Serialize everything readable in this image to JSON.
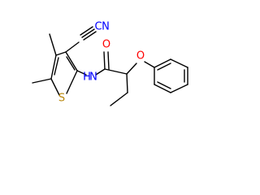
{
  "molecule": {
    "atoms": {
      "nitrile_c": "C",
      "nitrile_n": "N",
      "amide_n": "N",
      "amide_h": "H",
      "carbonyl_o": "O",
      "sulfur": "S",
      "ether_o": "O"
    }
  },
  "colors": {
    "bond": "#000000",
    "nitrogen": "#0000ff",
    "oxygen": "#ff0000",
    "sulfur": "#b8860b",
    "carbon": "#000000"
  }
}
